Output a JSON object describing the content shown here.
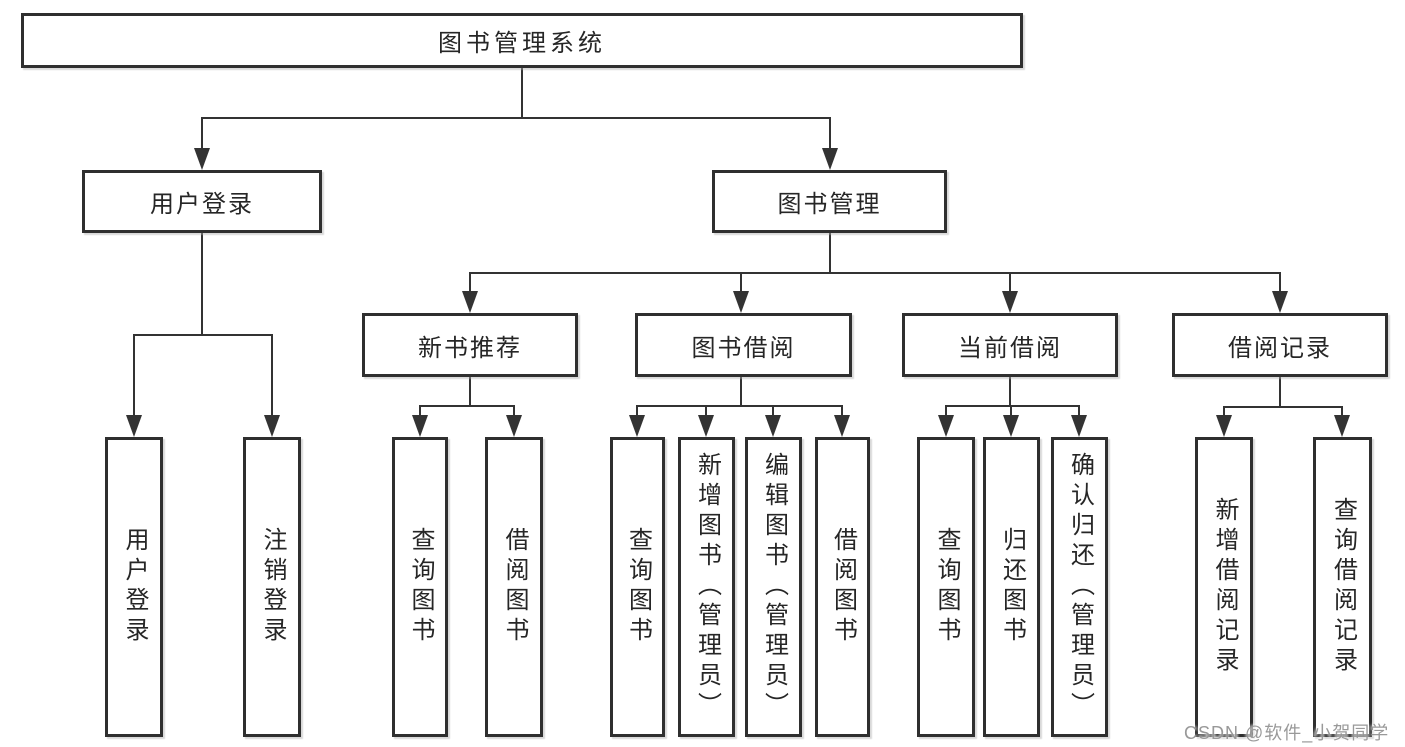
{
  "diagram": {
    "root": {
      "label": "图书管理系统"
    },
    "level2": [
      {
        "label": "用户登录"
      },
      {
        "label": "图书管理"
      }
    ],
    "level3": [
      {
        "label": "新书推荐"
      },
      {
        "label": "图书借阅"
      },
      {
        "label": "当前借阅"
      },
      {
        "label": "借阅记录"
      }
    ],
    "leaves": {
      "user_login": [
        {
          "label": "用户登录"
        },
        {
          "label": "注销登录"
        }
      ],
      "new_book_recommend": [
        {
          "label": "查询图书"
        },
        {
          "label": "借阅图书"
        }
      ],
      "book_borrowing": [
        {
          "label": "查询图书"
        },
        {
          "label": "新增图书（管理员）"
        },
        {
          "label": "编辑图书（管理员）"
        },
        {
          "label": "借阅图书"
        }
      ],
      "current_borrowing": [
        {
          "label": "查询图书"
        },
        {
          "label": "归还图书"
        },
        {
          "label": "确认归还（管理员）"
        }
      ],
      "borrowing_records": [
        {
          "label": "新增借阅记录"
        },
        {
          "label": "查询借阅记录"
        }
      ]
    },
    "watermark": "CSDN @软件_小贺同学",
    "colors": {
      "line": "#333333",
      "box_border": "#2f2f2f",
      "text": "#262626",
      "watermark": "#949494",
      "background": "#ffffff"
    }
  }
}
